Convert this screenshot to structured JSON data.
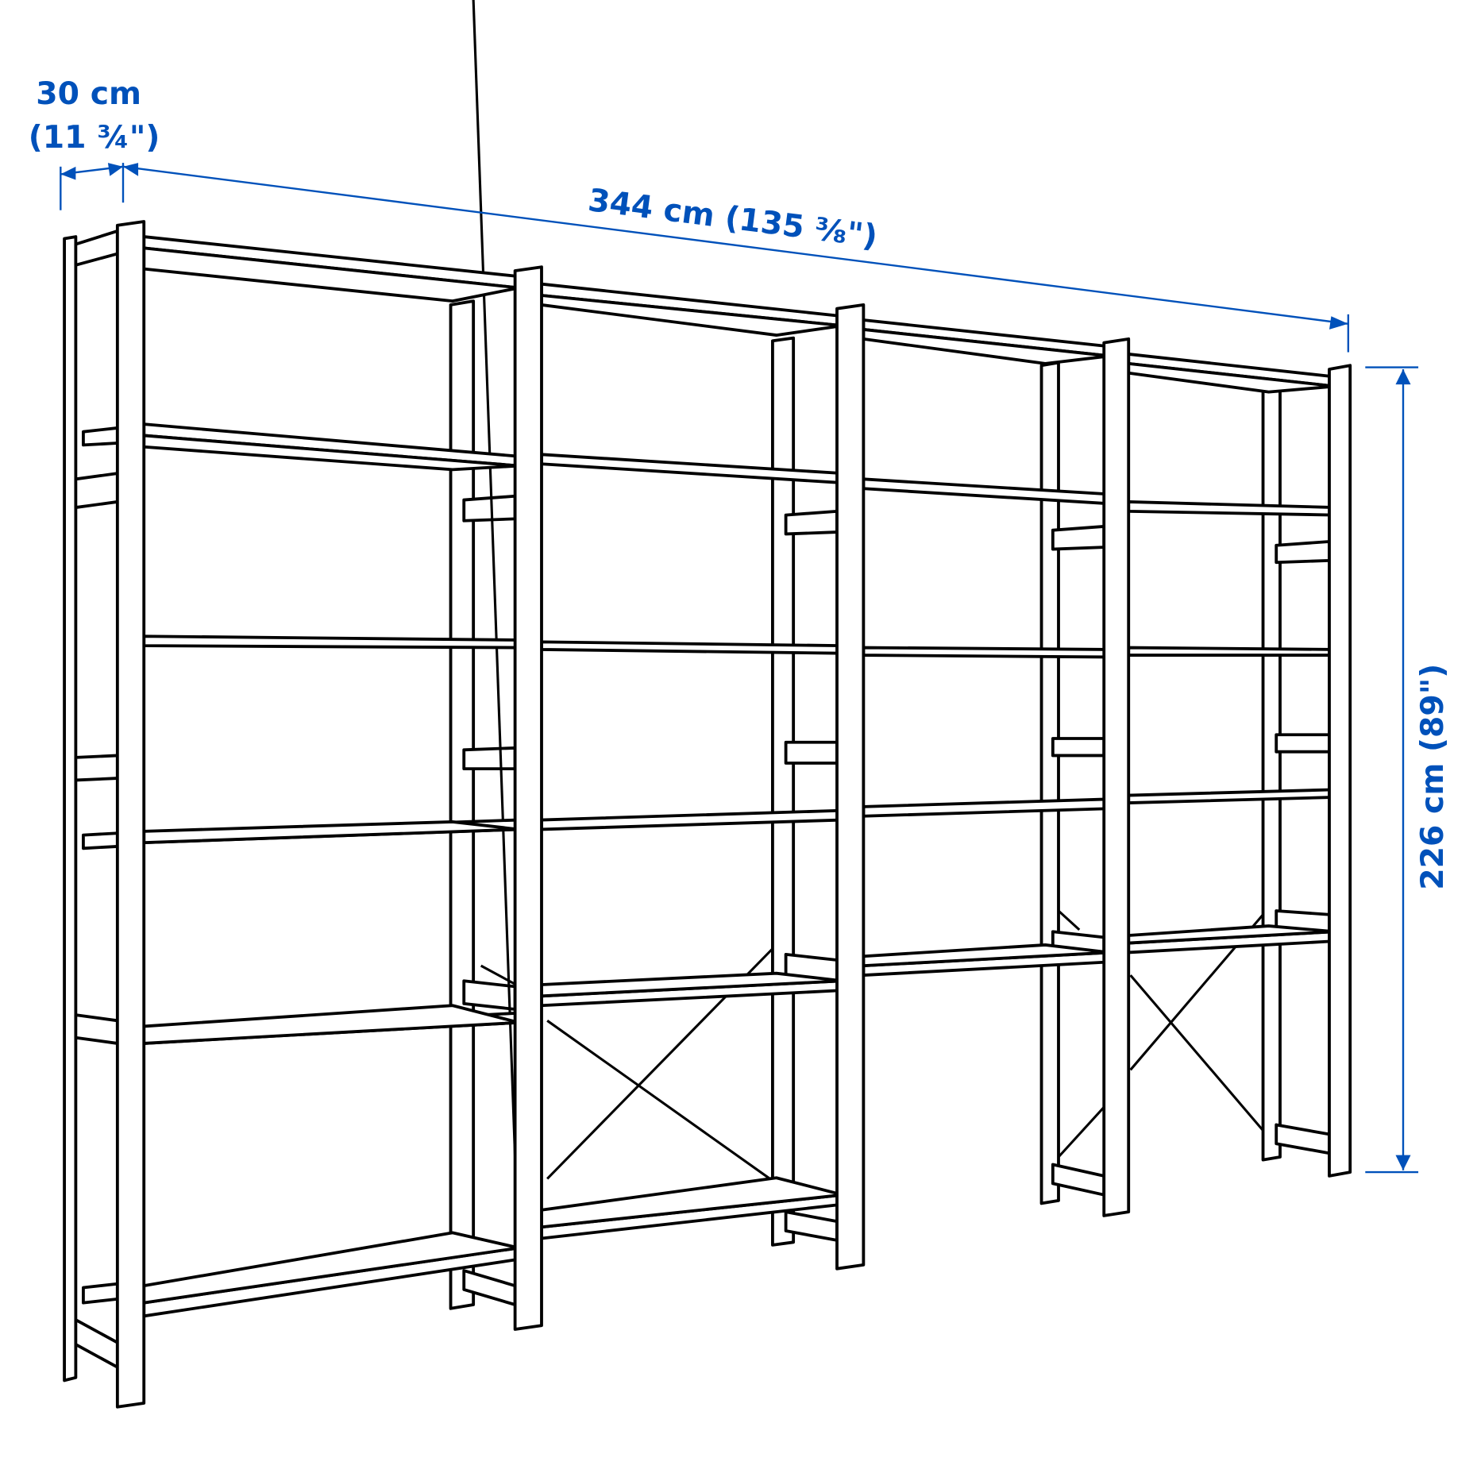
{
  "diagram": {
    "type": "product-dimension-drawing",
    "subject": "freestanding shelving unit, 4 sections, 5 shelves each",
    "colors": {
      "dimension": "#0051ba",
      "line": "#000000",
      "background": "#ffffff"
    },
    "dimensions": {
      "depth": {
        "metric": "30 cm",
        "imperial": "(11 ¾\")"
      },
      "width": {
        "label": "344 cm (135 ⅜\")"
      },
      "height": {
        "label": "226 cm (89\")"
      }
    },
    "sections": 4,
    "cross_braces": 2
  }
}
